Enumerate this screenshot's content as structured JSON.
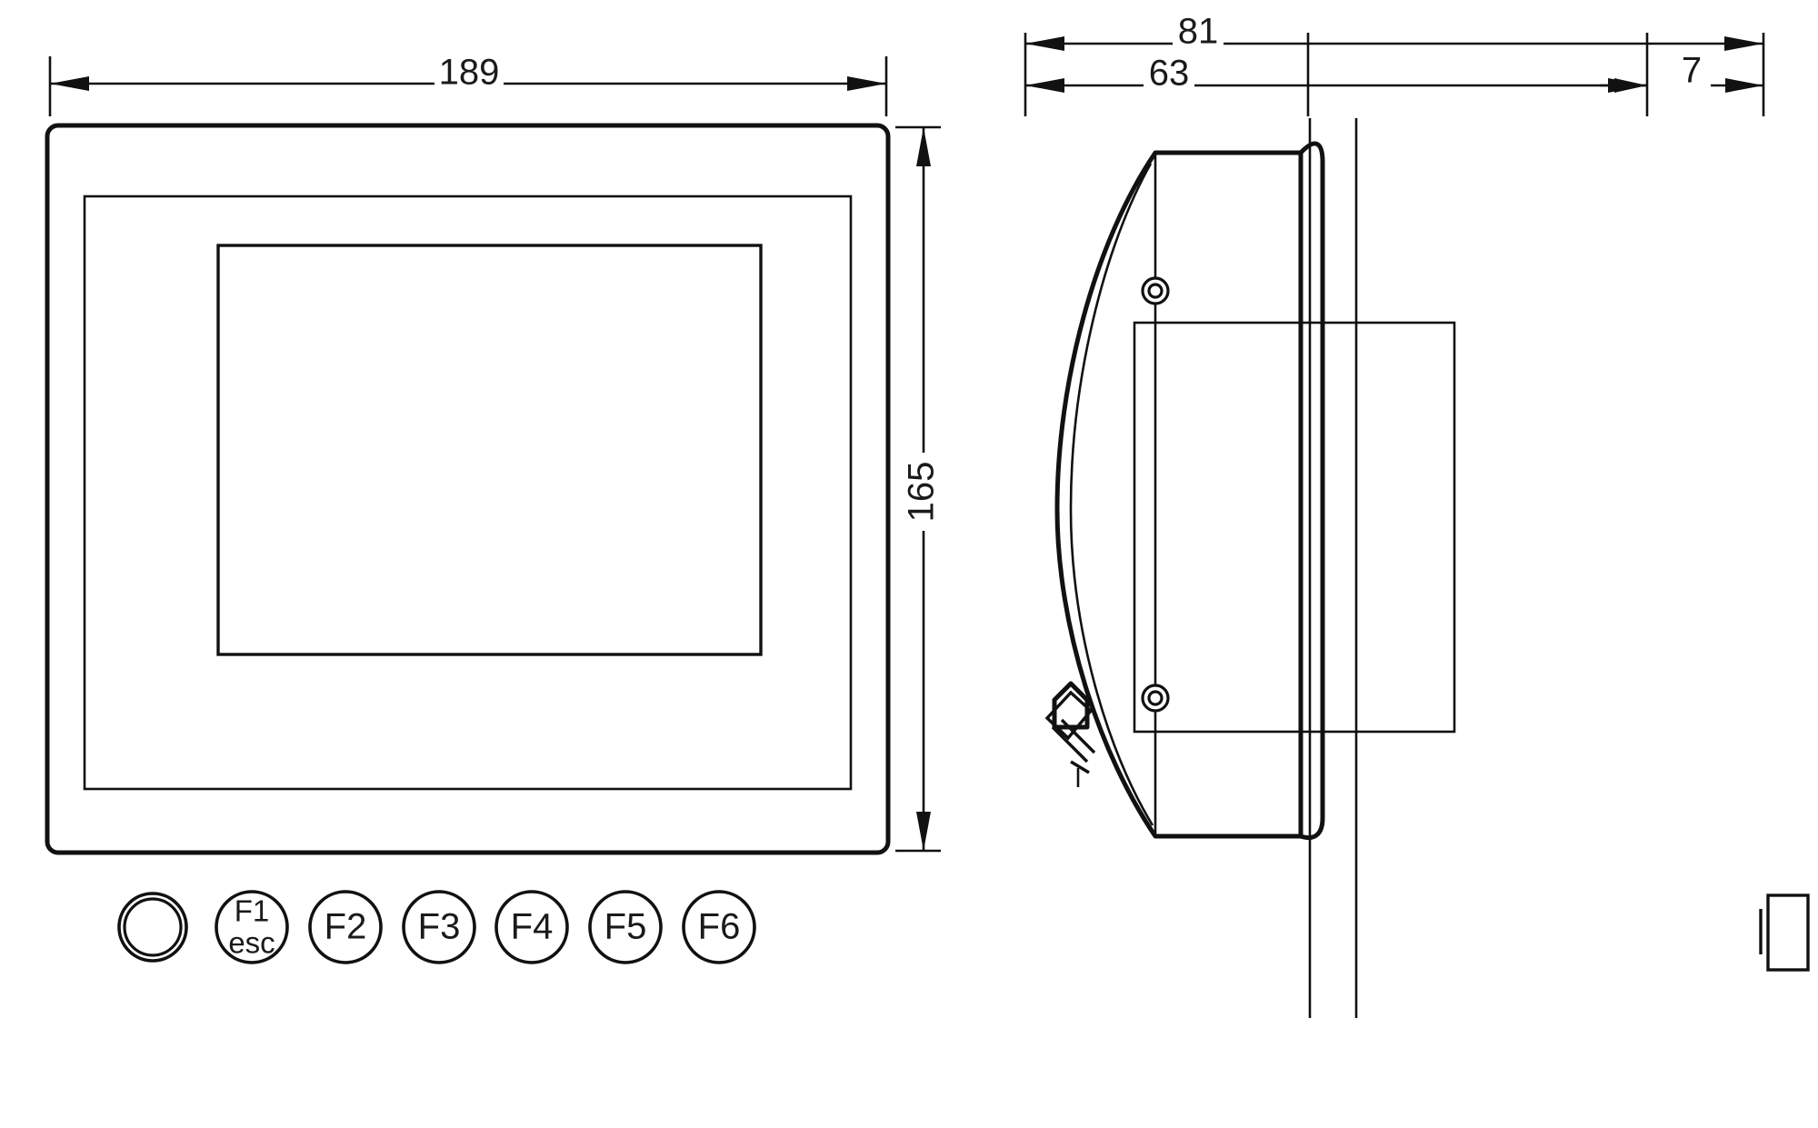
{
  "drawing": {
    "title": "HMI panel dimensional drawing",
    "units_implied": "mm",
    "line_color": "#111111",
    "background_color": "#ffffff"
  },
  "front_view": {
    "name": "front-view",
    "dimensions": {
      "width": {
        "value": "189",
        "label": "189",
        "orientation": "horizontal",
        "position": "top"
      },
      "height": {
        "value": "165",
        "label": "165",
        "orientation": "vertical-rotated",
        "position": "right"
      }
    },
    "keys": [
      {
        "id": "power",
        "label": "",
        "type": "indicator-ring",
        "lines": []
      },
      {
        "id": "f1",
        "label": "F1 esc",
        "type": "function-key",
        "lines": [
          "F1",
          "esc"
        ]
      },
      {
        "id": "f2",
        "label": "F2",
        "type": "function-key",
        "lines": [
          "F2"
        ]
      },
      {
        "id": "f3",
        "label": "F3",
        "type": "function-key",
        "lines": [
          "F3"
        ]
      },
      {
        "id": "f4",
        "label": "F4",
        "type": "function-key",
        "lines": [
          "F4"
        ]
      },
      {
        "id": "f5",
        "label": "F5",
        "type": "function-key",
        "lines": [
          "F5"
        ]
      },
      {
        "id": "f6",
        "label": "F6",
        "type": "function-key",
        "lines": [
          "F6"
        ]
      }
    ]
  },
  "side_view": {
    "name": "side-view",
    "dimensions": {
      "total_depth": {
        "value": "81",
        "label": "81",
        "orientation": "horizontal",
        "position": "top-outer"
      },
      "body_depth": {
        "value": "63",
        "label": "63",
        "orientation": "horizontal",
        "position": "top-inner"
      },
      "bezel_depth": {
        "value": "7",
        "label": "7",
        "orientation": "horizontal",
        "position": "top-right"
      }
    },
    "features": [
      {
        "id": "screw-top",
        "name": "screw-symbol"
      },
      {
        "id": "screw-bottom",
        "name": "screw-symbol"
      },
      {
        "id": "connector-bracket",
        "name": "rear-connector-bracket"
      },
      {
        "id": "side-tab",
        "name": "bezel-side-tab"
      }
    ]
  }
}
